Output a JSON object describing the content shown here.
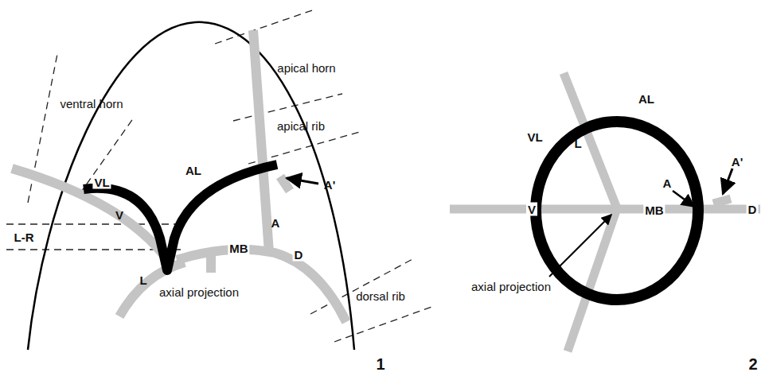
{
  "diagram": {
    "labels": [
      "apical horn",
      "apical rib",
      "ventral horn",
      "VL",
      "AL",
      "A'",
      "V",
      "A",
      "L-R",
      "MB",
      "D",
      "dorsal rib",
      "L",
      "axial projection",
      "1",
      "AL",
      "VL",
      "L",
      "A'",
      "A",
      "V",
      "MB",
      "D",
      "axial projection",
      "2"
    ]
  }
}
